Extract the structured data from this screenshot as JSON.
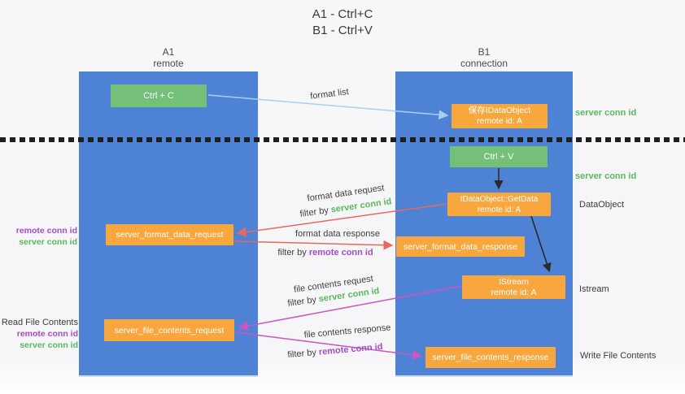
{
  "title": {
    "line1": "A1 - Ctrl+C",
    "line2": "B1 - Ctrl+V"
  },
  "columns": {
    "left": {
      "header_line1": "A1",
      "header_line2": "remote"
    },
    "right": {
      "header_line1": "B1",
      "header_line2": "connection"
    }
  },
  "boxes": {
    "ctrl_c": "Ctrl + C",
    "save_idataobject": {
      "line1": "保存IDataObject",
      "line2": "remote id: A"
    },
    "ctrl_v": "Ctrl + V",
    "getdata": {
      "line1": "IDataObject::GetData",
      "line2": "remote id: A"
    },
    "server_format_data_request": "server_format_data_request",
    "server_format_data_response": "server_format_data_response",
    "istream": {
      "line1": "IStream",
      "line2": "remote id: A"
    },
    "server_file_contents_request": "server_file_contents_request",
    "server_file_contents_response": "server_file_contents_response"
  },
  "side_labels": {
    "server_conn_id_top": "server conn id",
    "server_conn_id_mid": "server conn id",
    "dataobject": "DataObject",
    "istream": "Istream",
    "write_file_contents": "Write File Contents",
    "read_file_contents": "Read File Contents",
    "remote_conn_id_format": "remote conn id",
    "server_conn_id_format": "server conn id",
    "remote_conn_id_file": "remote conn id",
    "server_conn_id_file": "server conn id"
  },
  "arrow_labels": {
    "format_list": "format list",
    "format_data_request": "format data request",
    "filter_by_1": "filter by",
    "filter_server_1": "server conn id",
    "format_data_response": "format data response",
    "filter_by_2": "filter by",
    "filter_remote_2": "remote conn id",
    "file_contents_request": "file contents request",
    "filter_by_3": "filter by",
    "filter_server_3": "server conn id",
    "file_contents_response": "file contents response",
    "filter_by_4": "filter by",
    "filter_remote_4": "remote conn id"
  },
  "colors": {
    "column_blue": "#4d82d4",
    "box_green": "#74c078",
    "box_orange": "#f8a63e",
    "text_green": "#58b85c",
    "text_purple": "#a14ec4",
    "arrow_red": "#e8685f",
    "arrow_magenta": "#cc55c0",
    "arrow_blue": "#a8cff0",
    "arrow_black": "#2a2a2a"
  }
}
